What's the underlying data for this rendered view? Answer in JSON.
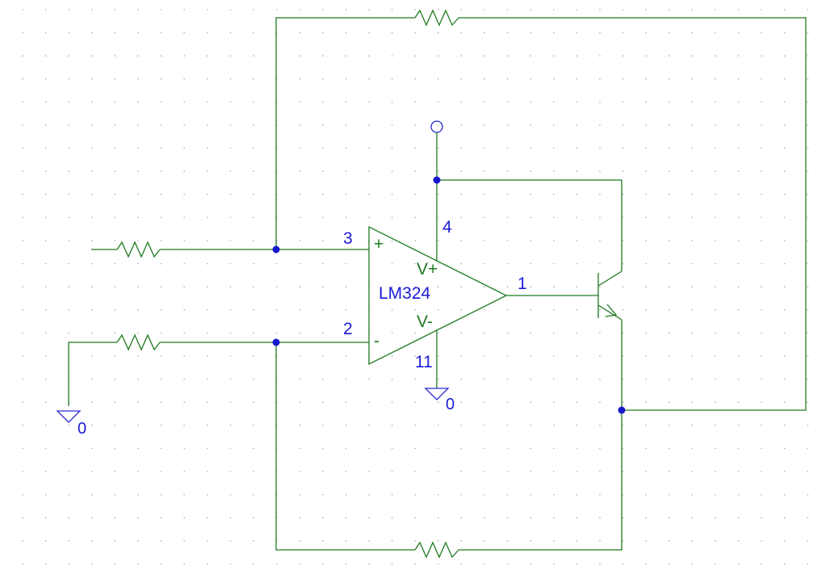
{
  "opamp": {
    "part": "LM324",
    "plus_sign": "+",
    "minus_sign": "-",
    "vplus_label": "V+",
    "vminus_label": "V-",
    "pins": {
      "noninv": "3",
      "inv": "2",
      "vplus": "4",
      "vminus": "11",
      "out": "1"
    }
  },
  "grounds": {
    "left_label": "0",
    "opamp_label": "0"
  },
  "colors": {
    "wire": "#1f7a1f",
    "component": "#1f7a1f",
    "net_label": "#1b1bd6",
    "junction": "#1818cc",
    "grid_dot": "#b8b8b8"
  }
}
